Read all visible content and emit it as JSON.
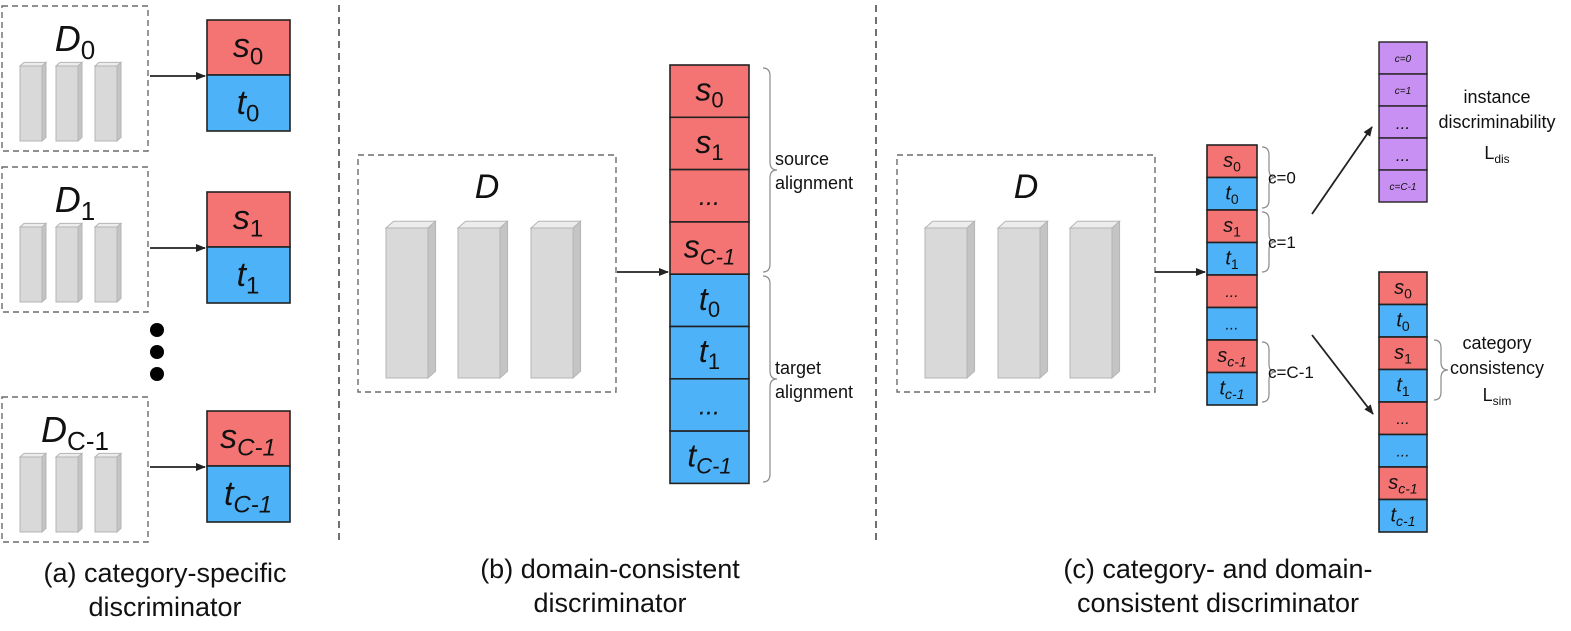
{
  "colors": {
    "source": "#f47474",
    "target": "#4db2f8",
    "instance": "#c890f2",
    "block": "#d9d9d9",
    "line": "#222222"
  },
  "panel_a": {
    "discriminators": [
      {
        "name": "D",
        "sub": "0",
        "s": "s",
        "s_sub": "0",
        "t": "t",
        "t_sub": "0"
      },
      {
        "name": "D",
        "sub": "1",
        "s": "s",
        "s_sub": "1",
        "t": "t",
        "t_sub": "1"
      },
      {
        "name": "D",
        "sub": "C-1",
        "s": "s",
        "s_sub": "C-1",
        "t": "t",
        "t_sub": "C-1"
      }
    ],
    "caption": [
      "(a) category-specific",
      "discriminator"
    ]
  },
  "panel_b": {
    "disc_label": "D",
    "cells": [
      {
        "kind": "source",
        "base": "s",
        "sub": "0"
      },
      {
        "kind": "source",
        "base": "s",
        "sub": "1"
      },
      {
        "kind": "source",
        "base": "...",
        "sub": ""
      },
      {
        "kind": "source",
        "base": "s",
        "sub": "C-1"
      },
      {
        "kind": "target",
        "base": "t",
        "sub": "0"
      },
      {
        "kind": "target",
        "base": "t",
        "sub": "1"
      },
      {
        "kind": "target",
        "base": "...",
        "sub": ""
      },
      {
        "kind": "target",
        "base": "t",
        "sub": "C-1"
      }
    ],
    "source_label": [
      "source",
      "alignment"
    ],
    "target_label": [
      "target",
      "alignment"
    ],
    "caption": [
      "(b) domain-consistent",
      "discriminator"
    ]
  },
  "panel_c": {
    "disc_label": "D",
    "cells": [
      {
        "kind": "source",
        "base": "s",
        "sub": "0"
      },
      {
        "kind": "target",
        "base": "t",
        "sub": "0"
      },
      {
        "kind": "source",
        "base": "s",
        "sub": "1"
      },
      {
        "kind": "target",
        "base": "t",
        "sub": "1"
      },
      {
        "kind": "source",
        "base": "...",
        "sub": ""
      },
      {
        "kind": "target",
        "base": "...",
        "sub": ""
      },
      {
        "kind": "source",
        "base": "s",
        "sub": "c-1"
      },
      {
        "kind": "target",
        "base": "t",
        "sub": "c-1"
      }
    ],
    "group_labels": [
      "c=0",
      "c=1",
      "c=C-1"
    ],
    "instance_cells": [
      "c=0",
      "c=1",
      "...",
      "...",
      "c=C-1"
    ],
    "instance_label": [
      "instance",
      "discriminability",
      "L",
      "dis"
    ],
    "category_cells": [
      {
        "kind": "source",
        "base": "s",
        "sub": "0"
      },
      {
        "kind": "target",
        "base": "t",
        "sub": "0"
      },
      {
        "kind": "source",
        "base": "s",
        "sub": "1"
      },
      {
        "kind": "target",
        "base": "t",
        "sub": "1"
      },
      {
        "kind": "source",
        "base": "...",
        "sub": ""
      },
      {
        "kind": "target",
        "base": "...",
        "sub": ""
      },
      {
        "kind": "source",
        "base": "s",
        "sub": "c-1"
      },
      {
        "kind": "target",
        "base": "t",
        "sub": "c-1"
      }
    ],
    "category_label": [
      "category",
      "consistency",
      "L",
      "sim"
    ],
    "caption": [
      "(c) category- and domain-",
      "consistent discriminator"
    ]
  }
}
